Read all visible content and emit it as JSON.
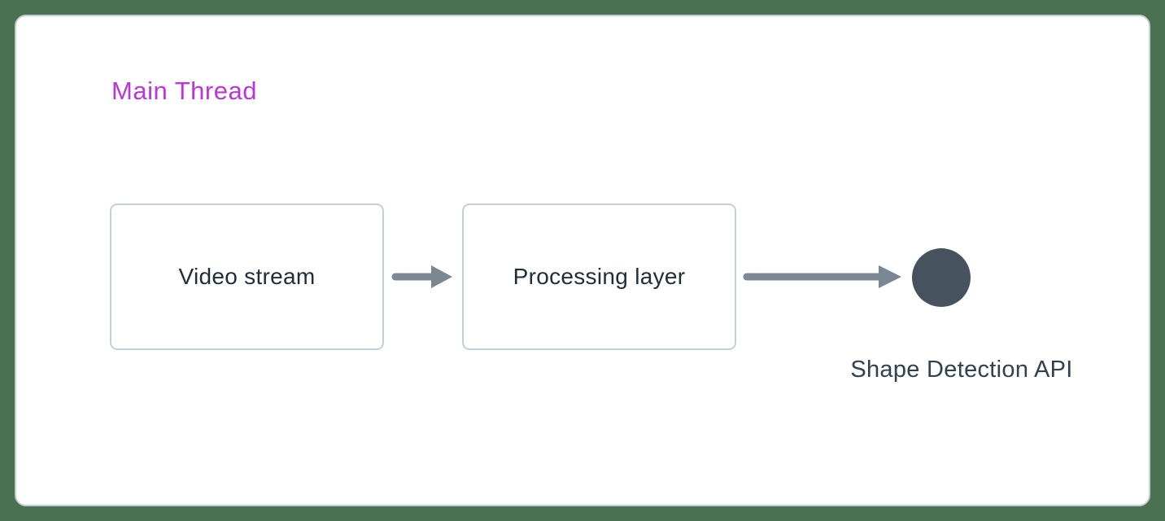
{
  "diagram": {
    "lane_label": "Main Thread",
    "nodes": {
      "video_stream": {
        "label": "Video stream",
        "shape": "rectangle"
      },
      "processing_layer": {
        "label": "Processing layer",
        "shape": "rectangle"
      },
      "shape_detection": {
        "label": "Shape Detection API",
        "shape": "circle"
      }
    },
    "flow": [
      "Video stream",
      "Processing layer",
      "Shape Detection API"
    ]
  },
  "colors": {
    "background_green": "#4a7150",
    "card_background": "#ffffff",
    "card_border": "#c5cfda",
    "node_border": "#c3cfdb",
    "lane_label_text": "#ba36d6",
    "node_text": "#202e3c",
    "endpoint_text": "#31414e",
    "arrow": "#7b8894",
    "endpoint_circle": "#46525e"
  }
}
